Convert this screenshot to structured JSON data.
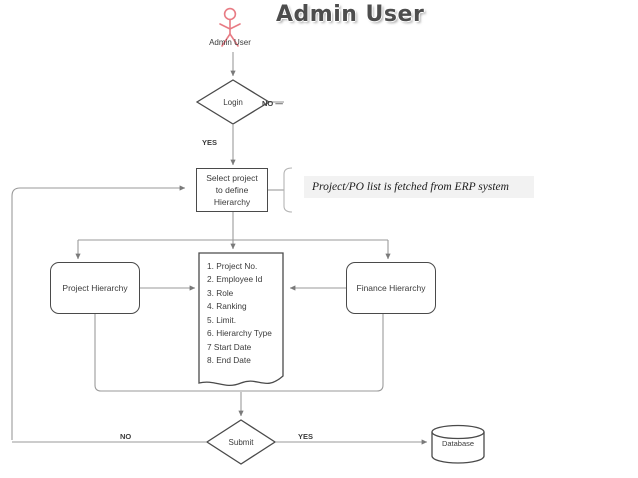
{
  "page": {
    "title": "Admin User",
    "background": "#ffffff",
    "stroke_color": "#8c8c8c",
    "node_stroke": "#4a4a4a",
    "text_color": "#3b3b3b",
    "actor_color": "#e87b84",
    "note_background": "#f2f2f2"
  },
  "actor": {
    "name": "admin-user-actor",
    "label": "Admin User"
  },
  "nodes": {
    "login": {
      "label": "Login",
      "shape": "decision"
    },
    "select_project": {
      "label": "Select project to define Hierarchy",
      "line1": "Select project",
      "line2": "to define",
      "line3": "Hierarchy",
      "shape": "process"
    },
    "project_hierarchy": {
      "label": "Project Hierarchy",
      "shape": "rounded-process"
    },
    "finance_hierarchy": {
      "label": "Finance Hierarchy",
      "shape": "rounded-process"
    },
    "submit": {
      "label": "Submit",
      "shape": "decision"
    },
    "database": {
      "label": "Database",
      "shape": "cylinder"
    }
  },
  "document": {
    "name": "hierarchy-fields-document",
    "items": [
      "1. Project No.",
      "2. Employee Id",
      "3. Role",
      "4. Ranking",
      "5. Limit.",
      "6. Hierarchy Type",
      "7 Start Date",
      "8. End Date"
    ]
  },
  "annotation": {
    "text": "Project/PO list is fetched from ERP system"
  },
  "edge_labels": {
    "login_no": "NO —",
    "login_yes": "YES",
    "submit_no": "NO",
    "submit_yes": "YES"
  }
}
